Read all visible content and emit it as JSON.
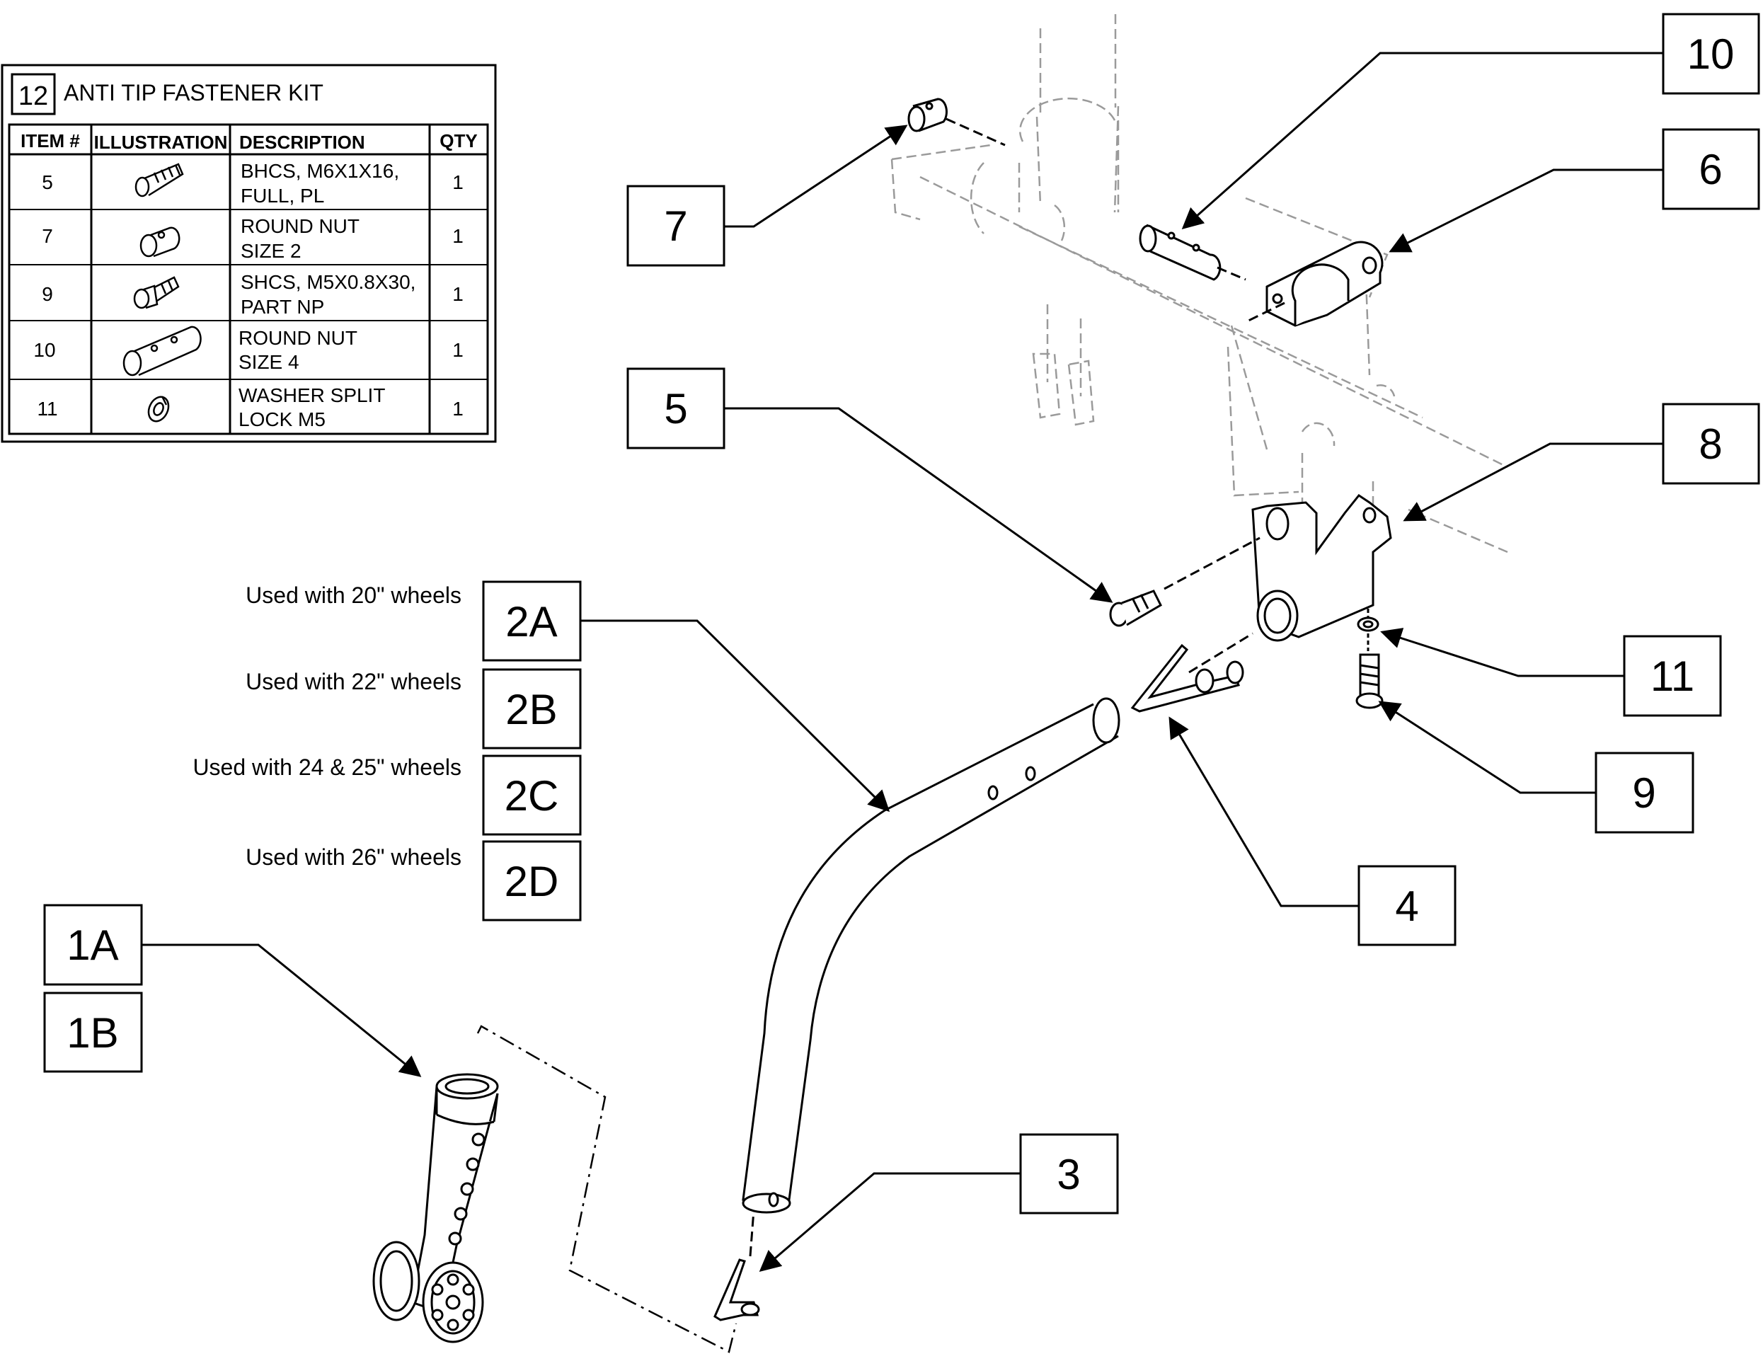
{
  "kit": {
    "number": "12",
    "title": "ANTI TIP FASTENER KIT",
    "headers": [
      "ITEM #",
      "ILLUSTRATION",
      "DESCRIPTION",
      "QTY"
    ],
    "rows": [
      {
        "item": "5",
        "desc": [
          "BHCS, M6X1X16,",
          "FULL, PL"
        ],
        "qty": "1",
        "icon": "button-head-screw-icon"
      },
      {
        "item": "7",
        "desc": [
          "ROUND NUT",
          "SIZE 2"
        ],
        "qty": "1",
        "icon": "round-nut-icon"
      },
      {
        "item": "9",
        "desc": [
          "SHCS, M5X0.8X30,",
          "PART NP"
        ],
        "qty": "1",
        "icon": "socket-head-screw-icon"
      },
      {
        "item": "10",
        "desc": [
          "ROUND NUT",
          "SIZE 4"
        ],
        "qty": "1",
        "icon": "long-round-nut-icon"
      },
      {
        "item": "11",
        "desc": [
          "WASHER SPLIT",
          "LOCK M5"
        ],
        "qty": "1",
        "icon": "split-washer-icon"
      }
    ]
  },
  "callouts": {
    "c10": "10",
    "c6": "6",
    "c7": "7",
    "c5": "5",
    "c8": "8",
    "c2a": "2A",
    "c2b": "2B",
    "c2c": "2C",
    "c2d": "2D",
    "c11": "11",
    "c9": "9",
    "c4": "4",
    "c1a": "1A",
    "c1b": "1B",
    "c3": "3"
  },
  "notes": {
    "n2a": "Used with 20\" wheels",
    "n2b": "Used with 22\" wheels",
    "n2c": "Used with 24 & 25\" wheels",
    "n2d": "Used with 26\" wheels"
  },
  "colors": {
    "line": "#000000",
    "ghost": "#9a9a9a",
    "background": "#ffffff"
  }
}
